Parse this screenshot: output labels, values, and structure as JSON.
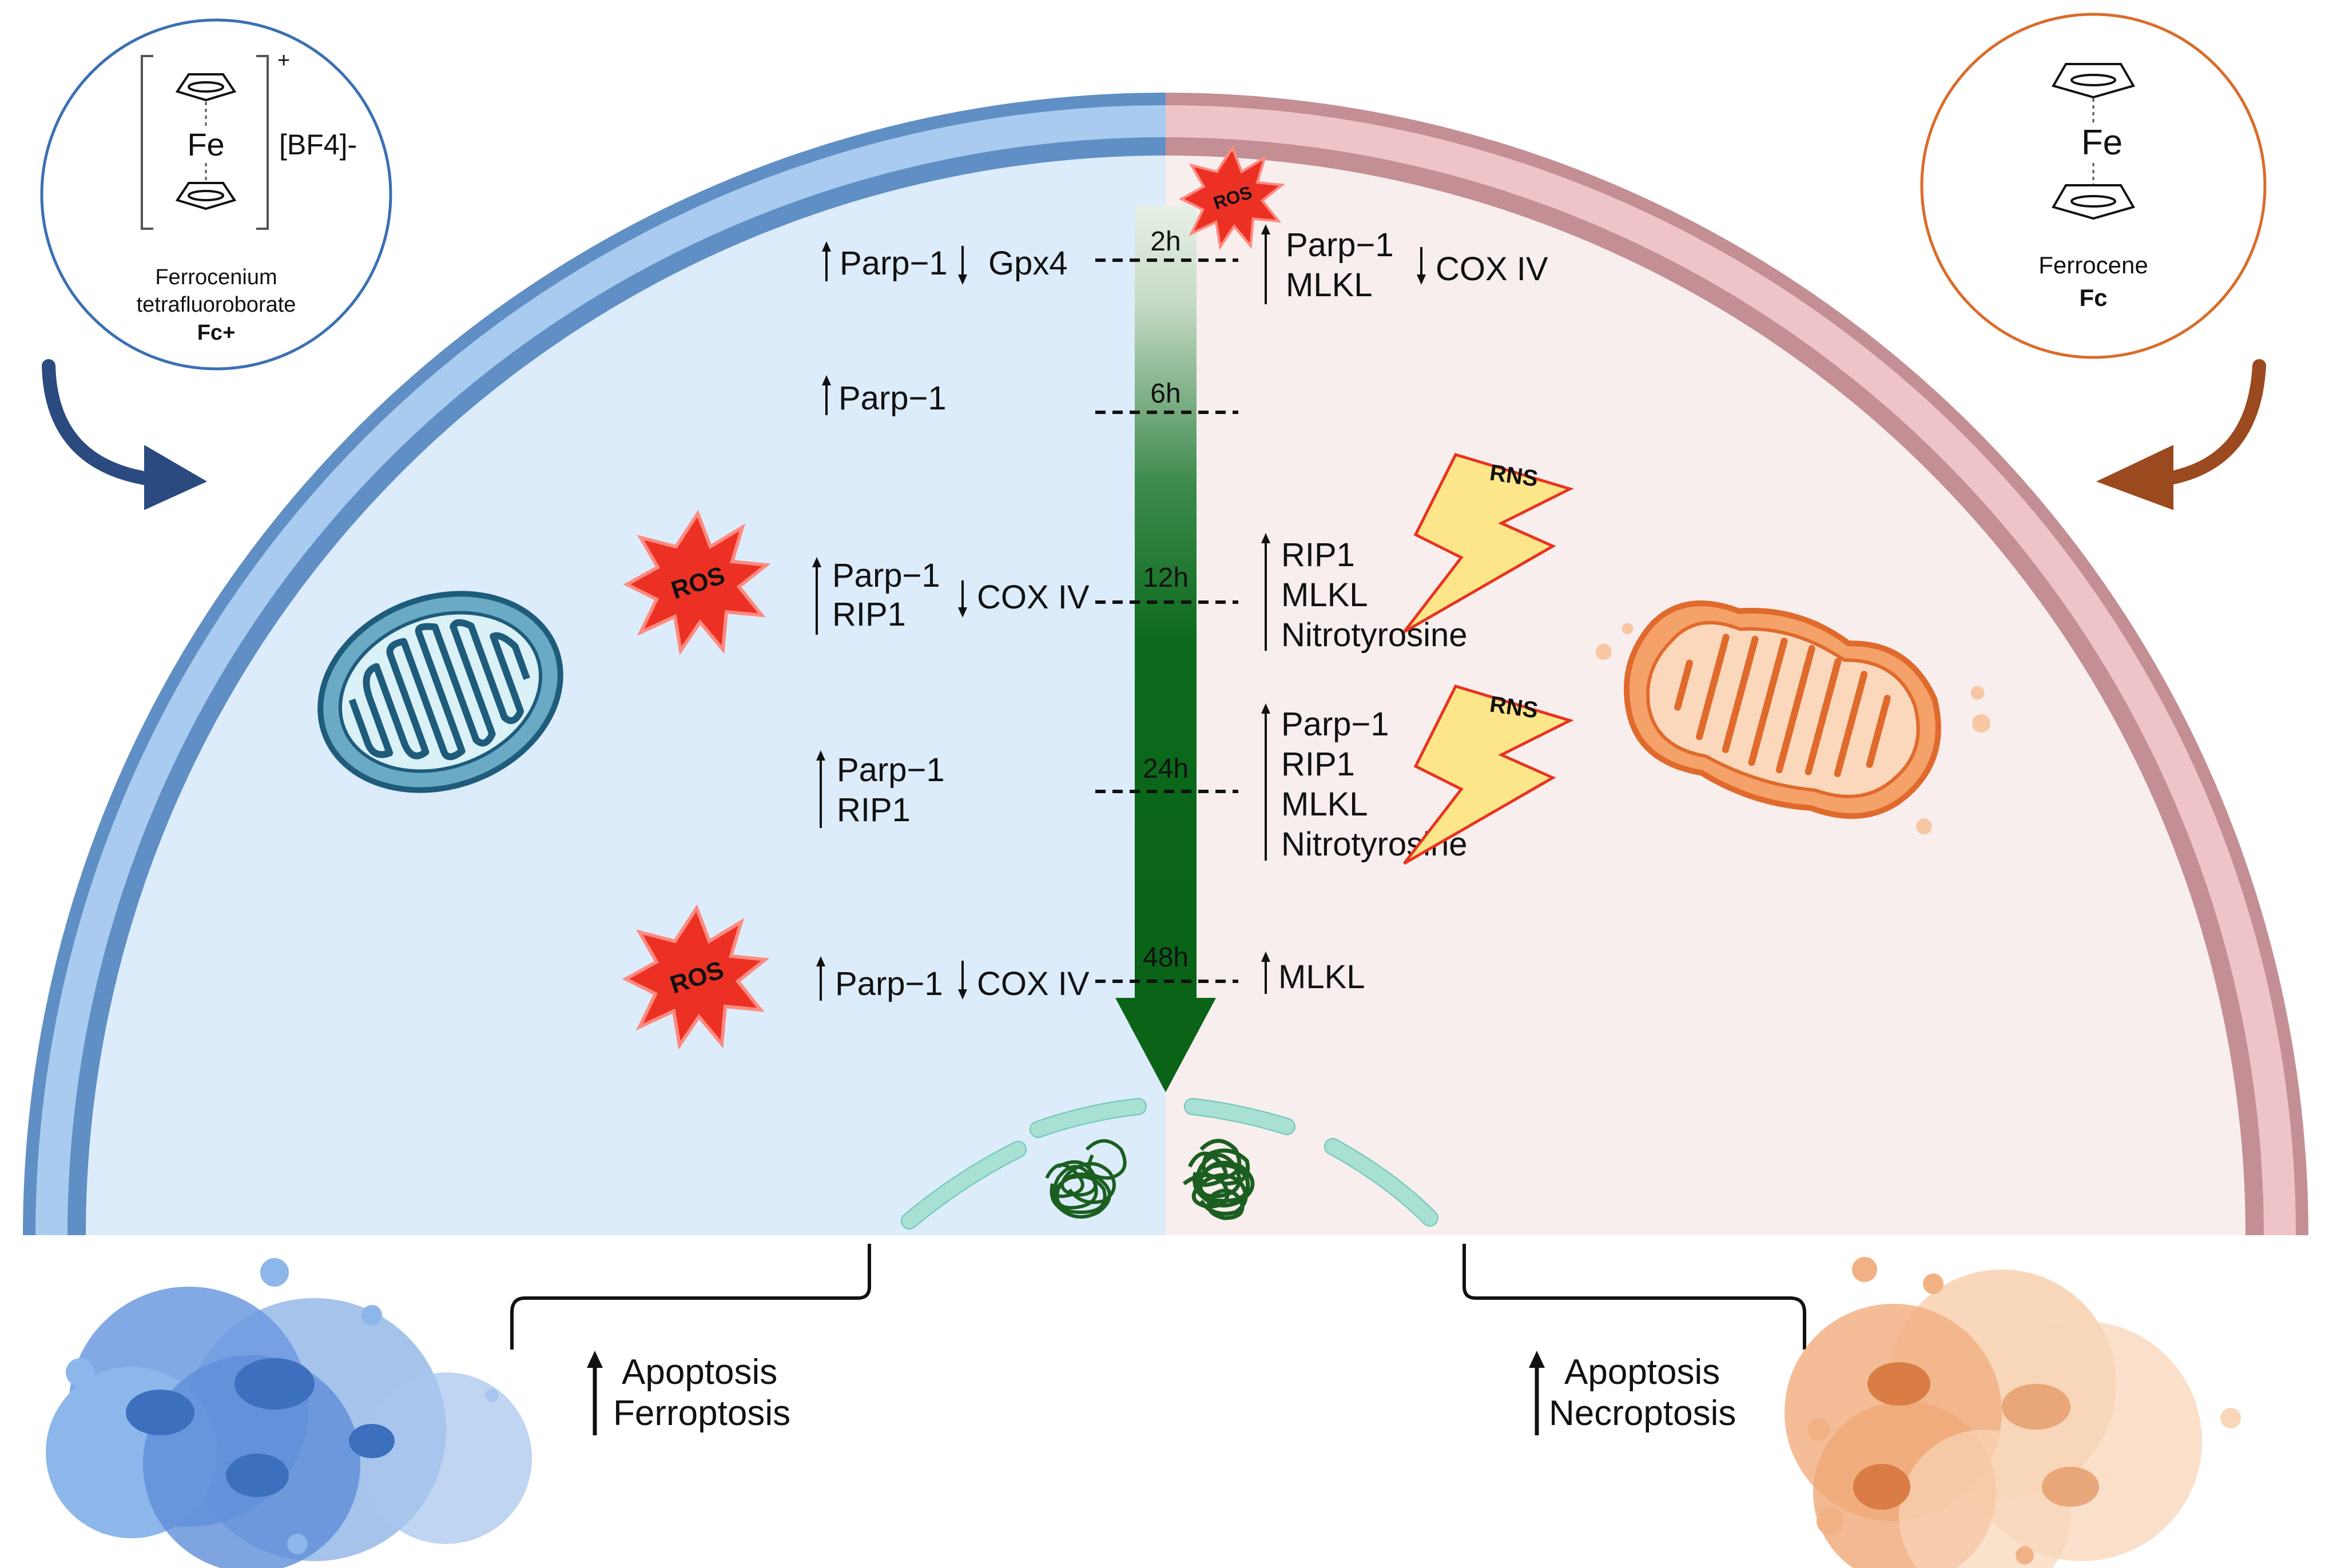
{
  "compounds": {
    "left": {
      "metal": "Fe",
      "charge": "+",
      "counterion": "[BF4]-",
      "name_line1": "Ferrocenium",
      "name_line2": "tetrafluoroborate",
      "abbr": "Fc+"
    },
    "right": {
      "metal": "Fe",
      "name": "Ferrocene",
      "abbr": "Fc"
    }
  },
  "timeline": {
    "times": [
      "2h",
      "6h",
      "12h",
      "24h",
      "48h"
    ]
  },
  "left_markers": {
    "t2h": {
      "up": "Parp−1",
      "down": "Gpx4"
    },
    "t6h": {
      "up": "Parp−1"
    },
    "t12h": {
      "up_1": "Parp−1",
      "up_2": "RIP1",
      "down": "COX IV"
    },
    "t24h": {
      "up_1": "Parp−1",
      "up_2": "RIP1"
    },
    "t48h": {
      "up": "Parp−1",
      "down": "COX IV"
    }
  },
  "right_markers": {
    "t2h": {
      "up_1": "Parp−1",
      "up_2": "MLKL",
      "down": "COX IV"
    },
    "t12h": {
      "up_1": "RIP1",
      "up_2": "MLKL",
      "up_3": "Nitrotyrosine"
    },
    "t24h": {
      "up_1": "Parp−1",
      "up_2": "RIP1",
      "up_3": "MLKL",
      "up_4": "Nitrotyrosine"
    },
    "t48h": {
      "up": "MLKL"
    }
  },
  "bursts": {
    "ros": "ROS",
    "rns": "RNS"
  },
  "outcomes": {
    "left": [
      "Apoptosis",
      "Ferroptosis"
    ],
    "right": [
      "Apoptosis",
      "Necroptosis"
    ]
  },
  "colors": {
    "left_membrane": "#5f8fc4",
    "left_cytoplasm": "#dcecfb",
    "right_membrane": "#c48e95",
    "right_cytoplasm": "#f8eeee",
    "timeline_arrow": "#0c6a1c",
    "ros_burst": "#ec3124",
    "rns_bolt": "#fde68a",
    "left_accent": "#2a4a80",
    "right_accent": "#9a4a1e"
  }
}
